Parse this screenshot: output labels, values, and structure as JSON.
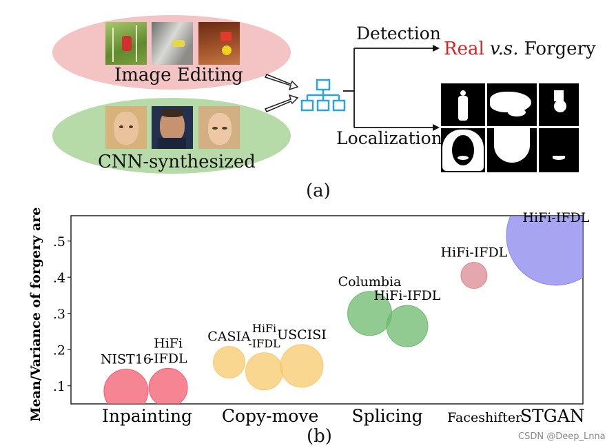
{
  "panel_a": {
    "group1_label": "Image Editing",
    "group2_label": "CNN-synthesized",
    "detection_label": "Detection",
    "localization_label": "Localization",
    "result_real": "Real",
    "result_vs": "v.s.",
    "result_forgery": "Forgery",
    "caption": "(a)",
    "colors": {
      "group1_fill": "#f4c3c3",
      "group2_fill": "#b7dba8",
      "network_icon": "#2aa3e0",
      "real_text": "#e02020"
    }
  },
  "panel_b": {
    "caption": "(b)",
    "watermark": "CSDN @Deep_Lnna"
  },
  "chart_data": {
    "type": "scatter",
    "ylabel": "Mean/Variance of forgery area",
    "yticks": [
      ".1",
      ".2",
      ".3",
      ".4",
      ".5"
    ],
    "ylim": [
      0.05,
      0.57
    ],
    "categories": [
      "Inpainting",
      "Copy-move",
      "Splicing",
      "Faceshifter",
      "STGAN"
    ],
    "grid": false,
    "points": [
      {
        "label": "NIST16",
        "category": "Inpainting",
        "x": 0.82,
        "y": 0.085,
        "r": 32,
        "color": "#f25c6e"
      },
      {
        "label": "HiFi\n-IFDL",
        "category": "Inpainting",
        "x": 1.18,
        "y": 0.095,
        "r": 28,
        "color": "#f25c6e"
      },
      {
        "label": "CASIA",
        "category": "Copy-move",
        "x": 1.7,
        "y": 0.165,
        "r": 23,
        "color": "#f8c96b"
      },
      {
        "label": "HiFi\n-IFDL",
        "category": "Copy-move",
        "x": 2.0,
        "y": 0.14,
        "r": 27,
        "color": "#f8c96b"
      },
      {
        "label": "USCISI",
        "category": "Copy-move",
        "x": 2.32,
        "y": 0.155,
        "r": 31,
        "color": "#f8c96b"
      },
      {
        "label": "Columbia",
        "category": "Splicing",
        "x": 2.9,
        "y": 0.3,
        "r": 32,
        "color": "#6cba6c"
      },
      {
        "label": "HiFi-IFDL",
        "category": "Splicing",
        "x": 3.22,
        "y": 0.265,
        "r": 30,
        "color": "#6cba6c"
      },
      {
        "label": "HiFi-IFDL",
        "category": "Faceshifter",
        "x": 3.79,
        "y": 0.405,
        "r": 19,
        "color": "#d98a91"
      },
      {
        "label": "HiFi-IFDL",
        "category": "STGAN",
        "x": 4.49,
        "y": 0.515,
        "r": 72,
        "color": "#8a86ee"
      }
    ]
  }
}
